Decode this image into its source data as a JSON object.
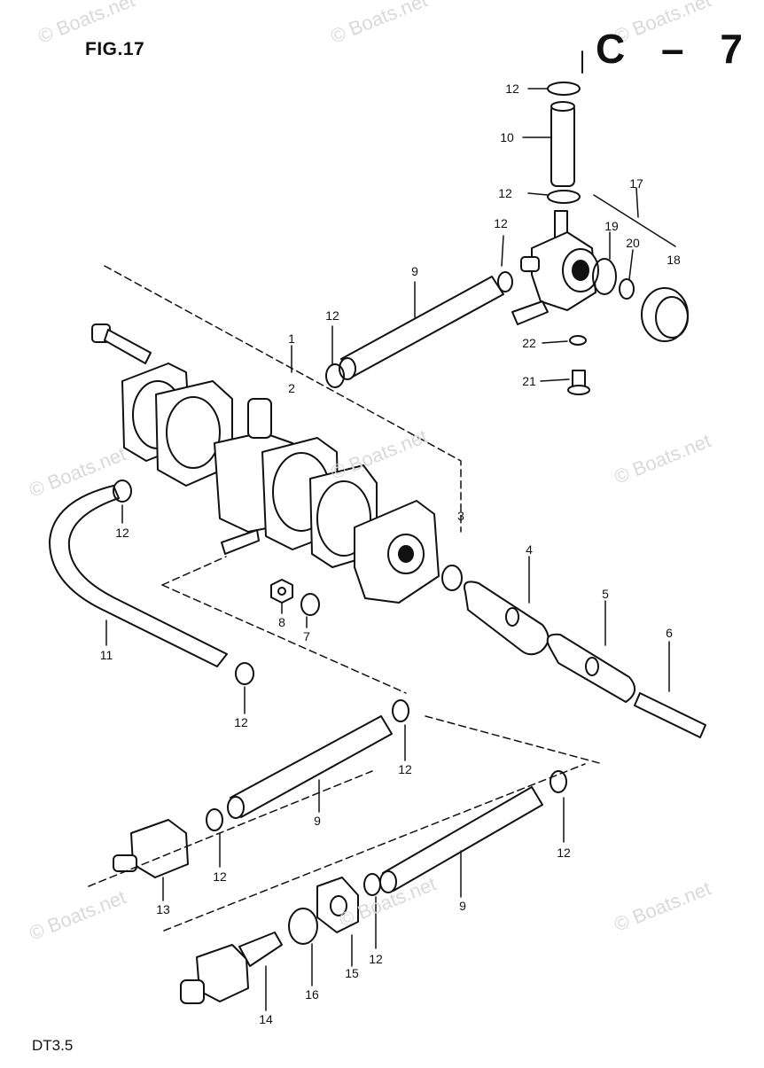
{
  "figure": {
    "title": "FIG.17",
    "page_code": "C – 7",
    "model": "DT3.5"
  },
  "watermark": "© Boats.net",
  "callouts": [
    {
      "label": "1",
      "part": "fuel-pump-assy"
    },
    {
      "label": "2",
      "part": "pump-body"
    },
    {
      "label": "3",
      "part": "gasket"
    },
    {
      "label": "4",
      "part": "insulator"
    },
    {
      "label": "5",
      "part": "gasket"
    },
    {
      "label": "6",
      "part": "stud"
    },
    {
      "label": "7",
      "part": "washer"
    },
    {
      "label": "8",
      "part": "nut"
    },
    {
      "label": "9",
      "part": "fuel-hose"
    },
    {
      "label": "9",
      "part": "fuel-hose"
    },
    {
      "label": "9",
      "part": "fuel-hose"
    },
    {
      "label": "10",
      "part": "fuel-hose"
    },
    {
      "label": "11",
      "part": "fuel-hose"
    },
    {
      "label": "12",
      "part": "clip"
    },
    {
      "label": "12",
      "part": "clip"
    },
    {
      "label": "12",
      "part": "clip"
    },
    {
      "label": "12",
      "part": "clip"
    },
    {
      "label": "12",
      "part": "clip"
    },
    {
      "label": "12",
      "part": "clip"
    },
    {
      "label": "12",
      "part": "clip"
    },
    {
      "label": "12",
      "part": "clip"
    },
    {
      "label": "12",
      "part": "clip"
    },
    {
      "label": "12",
      "part": "clip"
    },
    {
      "label": "13",
      "part": "fuel-connector"
    },
    {
      "label": "14",
      "part": "fuel-connector"
    },
    {
      "label": "15",
      "part": "nut"
    },
    {
      "label": "16",
      "part": "washer"
    },
    {
      "label": "17",
      "part": "fuel-cock-assy"
    },
    {
      "label": "18",
      "part": "knob"
    },
    {
      "label": "19",
      "part": "o-ring"
    },
    {
      "label": "20",
      "part": "spring"
    },
    {
      "label": "21",
      "part": "screw"
    },
    {
      "label": "22",
      "part": "washer"
    }
  ]
}
